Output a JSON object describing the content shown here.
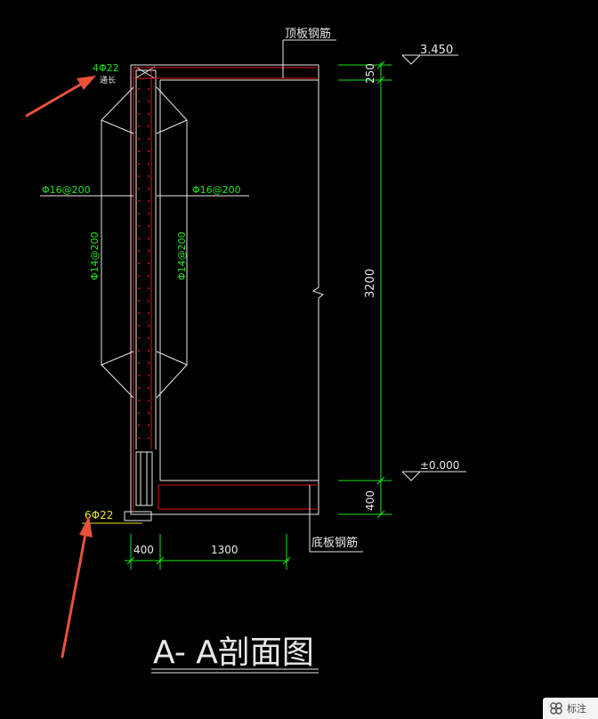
{
  "drawing": {
    "title": "A- A剖面图",
    "labels": {
      "top_slab_rebar": "顶板钢筋",
      "bottom_slab_rebar": "底板钢筋",
      "top_bar": "4Φ22",
      "top_bar_note": "通长",
      "bottom_bar": "6Φ22",
      "left_horizontal": "Φ16@200",
      "right_horizontal": "Φ16@200",
      "left_vertical": "Φ14@200",
      "right_vertical": "Φ14@200"
    },
    "levels": {
      "top": "3.450",
      "ground": "±0.000"
    },
    "dimensions": {
      "top_slab_thickness": "250",
      "wall_height": "3200",
      "bottom_slab_thickness": "400",
      "wall_width": "400",
      "slab_extension": "1300"
    },
    "annotation_color": "#e8513a"
  },
  "corner_widget": {
    "label": "标注",
    "icon": "settings-icon"
  }
}
